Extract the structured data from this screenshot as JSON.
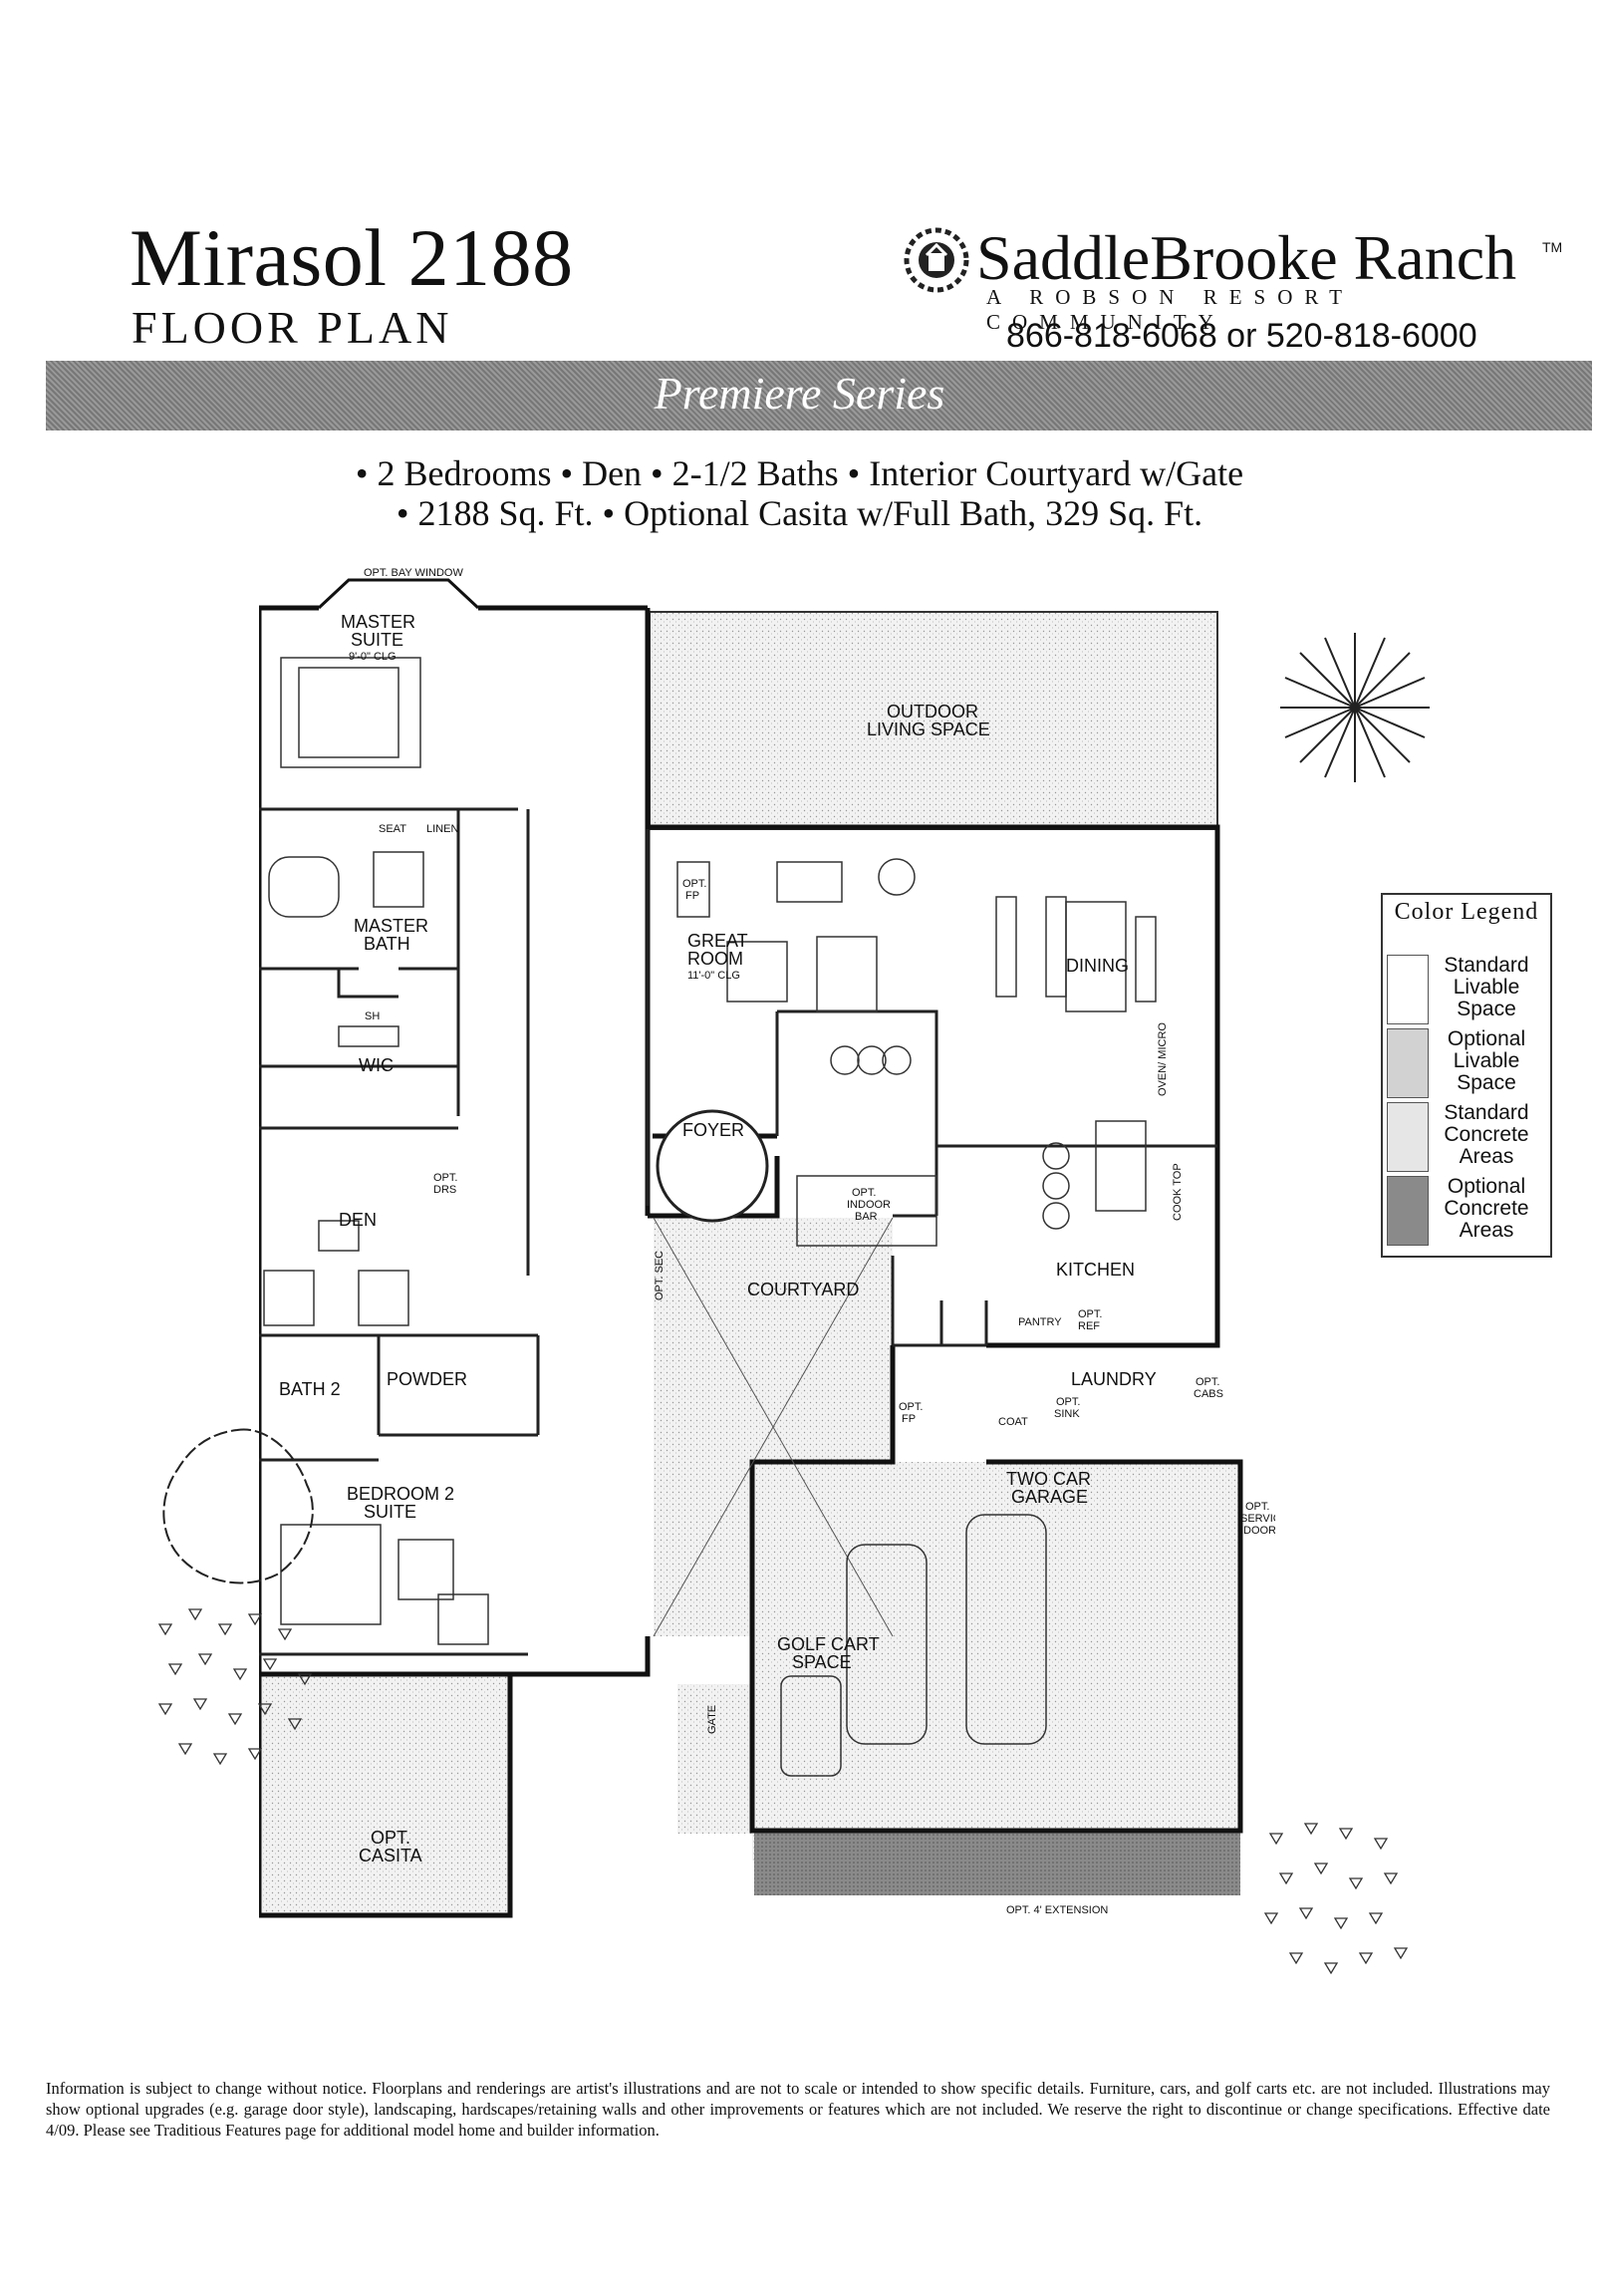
{
  "header": {
    "title": "Mirasol 2188",
    "subtitle": "FLOOR PLAN",
    "brand_name": "SaddleBrooke Ranch",
    "brand_tm": "TM",
    "brand_tagline": "A ROBSON RESORT COMMUNITY",
    "phone": "866-818-6068 or 520-818-6000",
    "series": "Premiere Series"
  },
  "features": {
    "line1": "• 2 Bedrooms  • Den  • 2-1/2 Baths  • Interior Courtyard w/Gate",
    "line2": "• 2188 Sq. Ft.  • Optional Casita w/Full Bath, 329 Sq. Ft."
  },
  "plan": {
    "rooms": {
      "opt_bay_window": "OPT. BAY WINDOW",
      "master_suite": "MASTER",
      "master_suite_2": "SUITE",
      "master_suite_clg": "9'-0\" CLG",
      "outdoor_1": "OUTDOOR",
      "outdoor_2": "LIVING SPACE",
      "seat": "SEAT",
      "linen": "LINEN",
      "master_bath_1": "MASTER",
      "master_bath_2": "BATH",
      "sh": "SH",
      "wic": "WIC",
      "opt_fp_1": "OPT.",
      "opt_fp_2": "FP",
      "great_room_1": "GREAT",
      "great_room_2": "ROOM",
      "great_room_clg": "11'-0\" CLG",
      "dining": "DINING",
      "foyer": "FOYER",
      "opt_indoor_bar_1": "OPT.",
      "opt_indoor_bar_2": "INDOOR",
      "opt_indoor_bar_3": "BAR",
      "oven_micro": "OVEN/ MICRO",
      "den": "DEN",
      "opt_drs_1": "OPT.",
      "opt_drs_2": "DRS",
      "cook_top": "COOK TOP",
      "kitchen": "KITCHEN",
      "courtyard": "COURTYARD",
      "opt_sec_left": "OPT. SEC",
      "pantry": "PANTRY",
      "opt_ref_1": "OPT.",
      "opt_ref_2": "REF",
      "powder": "POWDER",
      "bath_2": "BATH 2",
      "laundry": "LAUNDRY",
      "opt_cabs_1": "OPT.",
      "opt_cabs_2": "CABS",
      "opt_sink_1": "OPT.",
      "opt_sink_2": "SINK",
      "coat": "COAT",
      "opt_fp2_1": "OPT.",
      "opt_fp2_2": "FP",
      "bedroom2_1": "BEDROOM 2",
      "bedroom2_2": "SUITE",
      "two_car_1": "TWO CAR",
      "two_car_2": "GARAGE",
      "opt_service_1": "OPT.",
      "opt_service_2": "SERVICE",
      "opt_service_3": "DOOR",
      "golf_cart_1": "GOLF CART",
      "golf_cart_2": "SPACE",
      "gate": "GATE",
      "casita_1": "OPT.",
      "casita_2": "CASITA",
      "extension": "OPT. 4' EXTENSION"
    }
  },
  "legend": {
    "title": "Color Legend",
    "items": [
      {
        "label_1": "Standard",
        "label_2": "Livable",
        "label_3": "Space",
        "color": "#ffffff"
      },
      {
        "label_1": "Optional",
        "label_2": "Livable",
        "label_3": "Space",
        "color": "#d2d2d2"
      },
      {
        "label_1": "Standard",
        "label_2": "Concrete",
        "label_3": "Areas",
        "color": "#e6e6e6"
      },
      {
        "label_1": "Optional",
        "label_2": "Concrete",
        "label_3": "Areas",
        "color": "#8a8a8a"
      }
    ]
  },
  "disclaimer": "Information is subject to change without notice. Floorplans and renderings are artist's illustrations and are not to scale or intended to show specific details. Furniture, cars, and golf carts etc. are not included. Illustrations may show optional upgrades (e.g. garage door style), landscaping, hardscapes/retaining walls and other improvements or features which are not included. We reserve the right to discontinue or change specifications. Effective date 4/09. Please see Traditious Features page for additional model home and builder information."
}
